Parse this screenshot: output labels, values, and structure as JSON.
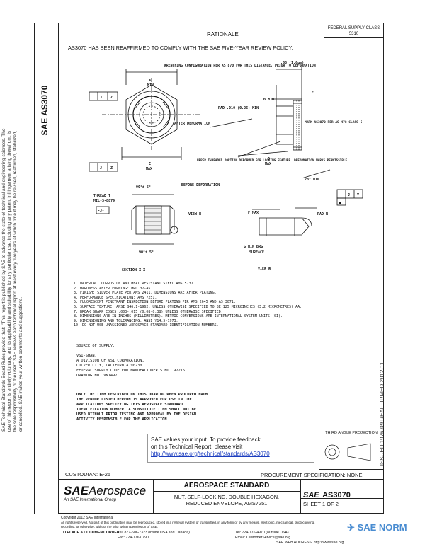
{
  "header": {
    "rationale_title": "RATIONALE",
    "rationale_text": "AS3070 HAS BEEN REAFFIRMED TO COMPLY WITH THE SAE FIVE-YEAR REVIEW POLICY.",
    "fsc_line1": "FEDERAL SUPPLY CLASS",
    "fsc_line2": "5310"
  },
  "sidebar": {
    "doc_mark": "SAE AS3070",
    "legal_text": "SAE Technical Standards Board Rules provide that: \"This report is published by SAE to advance the state of technical and engineering sciences. The use of this report is entirely voluntary, and its applicability and suitability for any particular use, including any patent infringement arising therefrom, is the sole responsibility of the user.\" SAE reviews each technical report at least every five years at which time it may be revised, reaffirmed, stabilized, or cancelled. SAE invites your written comments and suggestions.",
    "issue_text": "ISSUED 1976-09     REAFFIRMED 2012-11"
  },
  "drawing": {
    "wrench_note": "WRENCHING CONFIGURATION PER AS 870 FOR THIS DISTANCE, PRIOR TO DEFORMATION",
    "dim_63": ".63 (1.6µm)",
    "dim_A": "A",
    "dim_A_sub": "MIN",
    "dim_B": "B MIN",
    "dim_E": "E",
    "rad_010": "RAD .010 (0.26) MIN",
    "after_def": "AFTER DEFORMATION",
    "mark_note": "MARK AS3070 PER AS 478 CLASS C",
    "upper_threaded": "UPPER THREADED PORTION DEFORMED FOR LOCKING FEATURE. DEFORMATION MARKS PERMISSIBLE.",
    "dim_C": "C",
    "dim_C_sub": "MAX",
    "dim_D": "D",
    "dim_D_sub": "MAX",
    "deg_28": "28° MIN",
    "deg_90_top": "90°± 5°",
    "before_def": "BEFORE DEFORMATION",
    "thread_t": "THREAD T",
    "thread_spec": "MIL-S-8879",
    "view_w": "VIEW W",
    "f_max": "F MAX",
    "rad_n": "RAD N",
    "g_min": "G MIN BRG",
    "surface": "SURFACE",
    "deg_90_bottom": "90°± 5°",
    "section": "SECTION X-X",
    "view_w2": "VIEW W",
    "frame_j": "J",
    "frame_y": "Y",
    "frame_z": "Z",
    "frame_j2": "J",
    "frame_ab": "-J-",
    "frame_sq": "■"
  },
  "notes": [
    "1.   MATERIAL:  CORROSION AND HEAT RESISTANT STEEL AMS 5737.",
    "2.   HARDNESS AFTER FORMING:  HRC 37-45.",
    "3.   FINISH:  SILVER PLATE PER AMS 2411.  DIMENSIONS ARE AFTER PLATING.",
    "4.   PERFORMANCE SPECIFICATION:  AMS 7251.",
    "5.   FLUORESCENT PENETRANT INSPECTION BEFORE PLATING PER AMS 2645 AND AS 3071.",
    "6.   SURFACE TEXTURE:  ANSI B46.1-1962.  UNLESS OTHERWISE SPECIFIED TO BE 125 MICROINCHES (3.2 MICROMETRES) AA.",
    "7.   BREAK SHARP EDGES .003-.015 (0.08-0.38) UNLESS OTHERWISE SPECIFIED.",
    "8.   DIMENSIONS ARE IN INCHES (MILLIMETRES).  METRIC CONVERSIONS ARE INTERNATIONAL SYSTEM UNITS (SI).",
    "9.   DIMENSIONING AND TOLERANCING:  ANSI Y14.5-1973.",
    "10.  DO NOT USE UNASSIGNED AEROSPACE STANDARD IDENTIFICATION NUMBERS."
  ],
  "supply": [
    "SOURCE OF SUPPLY:",
    "",
    "VSI-SHAN,",
    "A DIVISION OF VSI CORPORATION,",
    "CULVER CITY, CALIFORNIA 90230.",
    "FEDERAL SUPPLY CODE FOR MANUFACTURER'S NO. 92215.",
    "DRAWING NO. VN1497."
  ],
  "warning": [
    "ONLY THE ITEM DESCRIBED ON THIS DRAWING WHEN PROCURED FROM",
    "THE VENDOR LISTED HEREON IS APPROVED FOR USE IN THE",
    "APPLICATIONS SPECIFYING THIS AEROSPACE STANDARD",
    "IDENTIFICATION NUMBER.  A SUBSTITUTE ITEM SHALL NOT BE",
    "USED WITHOUT PRIOR TESTING AND APPROVAL BY THE DESIGN",
    "ACTIVITY RESPONSIBLE FOR THE APPLICATION."
  ],
  "feedback": {
    "line1": "SAE values your input. To provide feedback",
    "line2": "on this Technical Report, please visit",
    "link": "http://www.sae.org/technical/standards/AS3070"
  },
  "projection": {
    "label": "THIRD ANGLE PROJECTION"
  },
  "titleblock": {
    "custodian": "CUSTODIAN:  E-25",
    "procurement": "PROCUREMENT SPECIFICATION: NONE",
    "brand_sae": "SAE",
    "brand_aero": "Aerospace",
    "brand_sub": "An SAE International Group",
    "std_title": "AEROSPACE STANDARD",
    "desc1": "NUT, SELF-LOCKING, DOUBLE HEXAGON,",
    "desc2": "REDUCED ENVELOPE, AMS7251",
    "doc_sae": "SAE",
    "doc_num": "AS3070",
    "sheet": "SHEET 1 OF 2"
  },
  "footer": {
    "copyright": "Copyright 2012 SAE International",
    "rights1": "All rights reserved. No part of this publication may be reproduced, stored in a retrieval system or transmitted, in any form or by any means, electronic, mechanical, photocopying,",
    "rights2": "recording, or otherwise, without the prior written permission of SAE.",
    "order_label": "TO PLACE A DOCUMENT ORDER:",
    "tel": "Tel: 877-606-7323 (inside USA and Canada)",
    "tel2": "Tel: 724-776-4970 (outside USA)",
    "fax": "Fax: 724-776-0790",
    "email": "Email: CustomerService@sae.org",
    "web": "SAE WEB ADDRESS: http://www.sae.org"
  },
  "watermark": {
    "text": "SAE NORM"
  }
}
